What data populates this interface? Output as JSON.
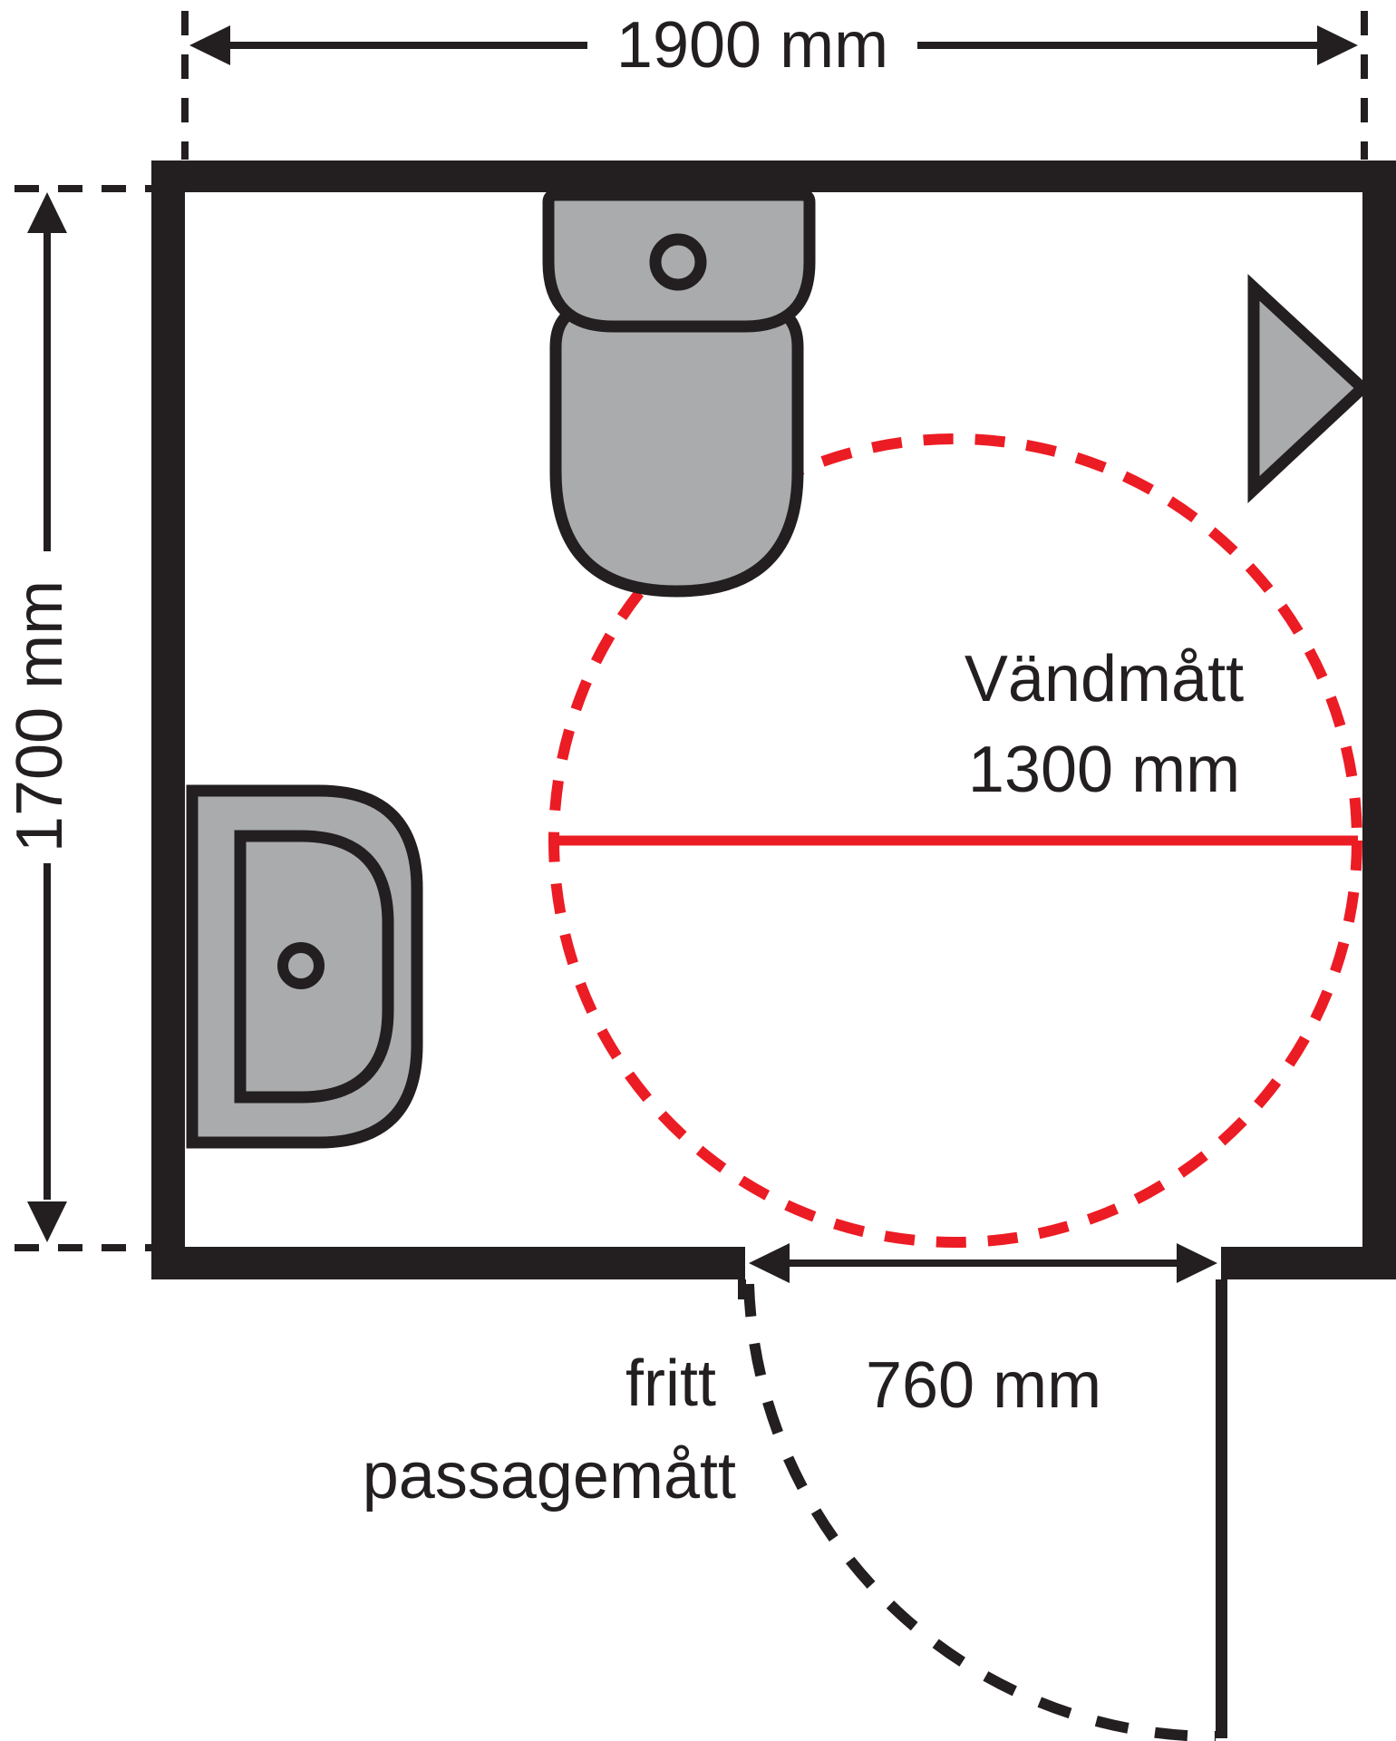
{
  "figure": {
    "type": "bathroom-floor-plan",
    "labels": {
      "room_width": "1900 mm",
      "room_height": "1700 mm",
      "turning_line1": "Vändmått",
      "turning_line2": "1300 mm",
      "door_width": "760 mm",
      "passage_line1": "fritt",
      "passage_line2": "passagemått"
    },
    "colors": {
      "line": "#231f20",
      "fixture_fill": "#a9abad",
      "accent_red": "#ec1c24",
      "background": "#ffffff"
    },
    "fixtures": [
      {
        "name": "toilet"
      },
      {
        "name": "washbasin"
      },
      {
        "name": "shower-corner-marker"
      },
      {
        "name": "door-swing"
      },
      {
        "name": "door-leaf"
      }
    ]
  }
}
